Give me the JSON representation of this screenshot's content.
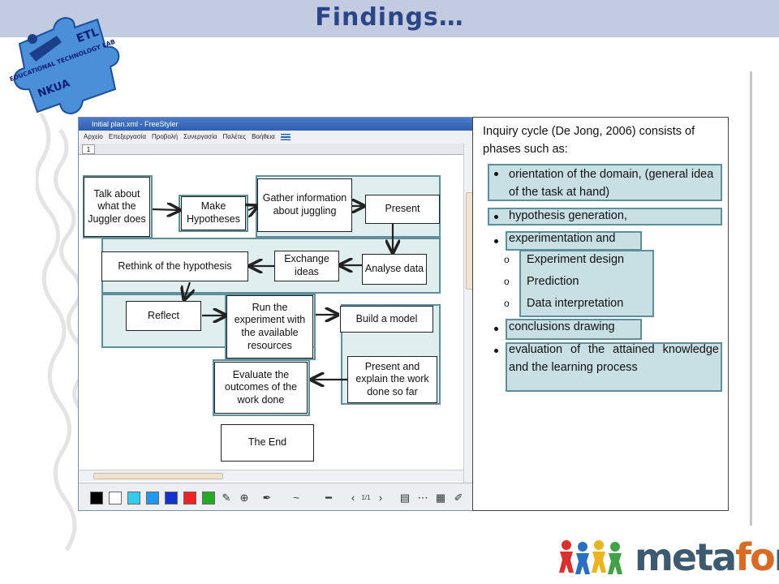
{
  "slide": {
    "title": "Findings…"
  },
  "logo": {
    "line1": "ETL",
    "line2": "EDUCATIONAL TECHNOLOGY LAB",
    "line3": "NKUA"
  },
  "app_window": {
    "title": "Initial plan.xml - FreeStyler",
    "menu": [
      "Αρχείο",
      "Επεξεργασία",
      "Προβολή",
      "Συνεργασία",
      "Παλέτες",
      "Βοήθεια"
    ],
    "tab": "1",
    "page_indicator": "1/1",
    "nodes": {
      "talk": "Talk about what the Juggler does",
      "hypotheses": "Make Hypotheses",
      "gather": "Gather information about juggling",
      "present": "Present",
      "rethink": "Rethink of the hypothesis",
      "exchange": "Exchange ideas",
      "analyse": "Analyse data",
      "reflect": "Reflect",
      "run": "Run the experiment with the available resources",
      "build": "Build a model",
      "present_explain": "Present and explain the work done so far",
      "evaluate": "Evaluate the outcomes of the work done",
      "end": "The End"
    },
    "palette_colors": [
      "#000000",
      "#ffffff",
      "#33ccee",
      "#2299ee",
      "#1133cc",
      "#ee2222",
      "#22aa22"
    ]
  },
  "inquiry": {
    "intro": "Inquiry cycle (De Jong, 2006) consists of phases such as:",
    "phases": [
      {
        "text": "orientation of the domain, (general idea of the task at hand)"
      },
      {
        "text": "hypothesis generation,"
      },
      {
        "text": "experimentation and"
      },
      {
        "text": "conclusions drawing"
      },
      {
        "text": "evaluation of the attained knowledge and the learning process"
      }
    ],
    "sub_phases": [
      "Experiment design",
      "Prediction",
      "Data interpretation"
    ]
  },
  "brand": {
    "name_pre": "meta",
    "name_mid": "fo",
    "name_post": "ra"
  },
  "colors": {
    "topbar": "#c3cbe0",
    "title": "#2b4687",
    "highlight_border": "#5e8f9a",
    "highlight_fill": "#c8e0e4"
  }
}
